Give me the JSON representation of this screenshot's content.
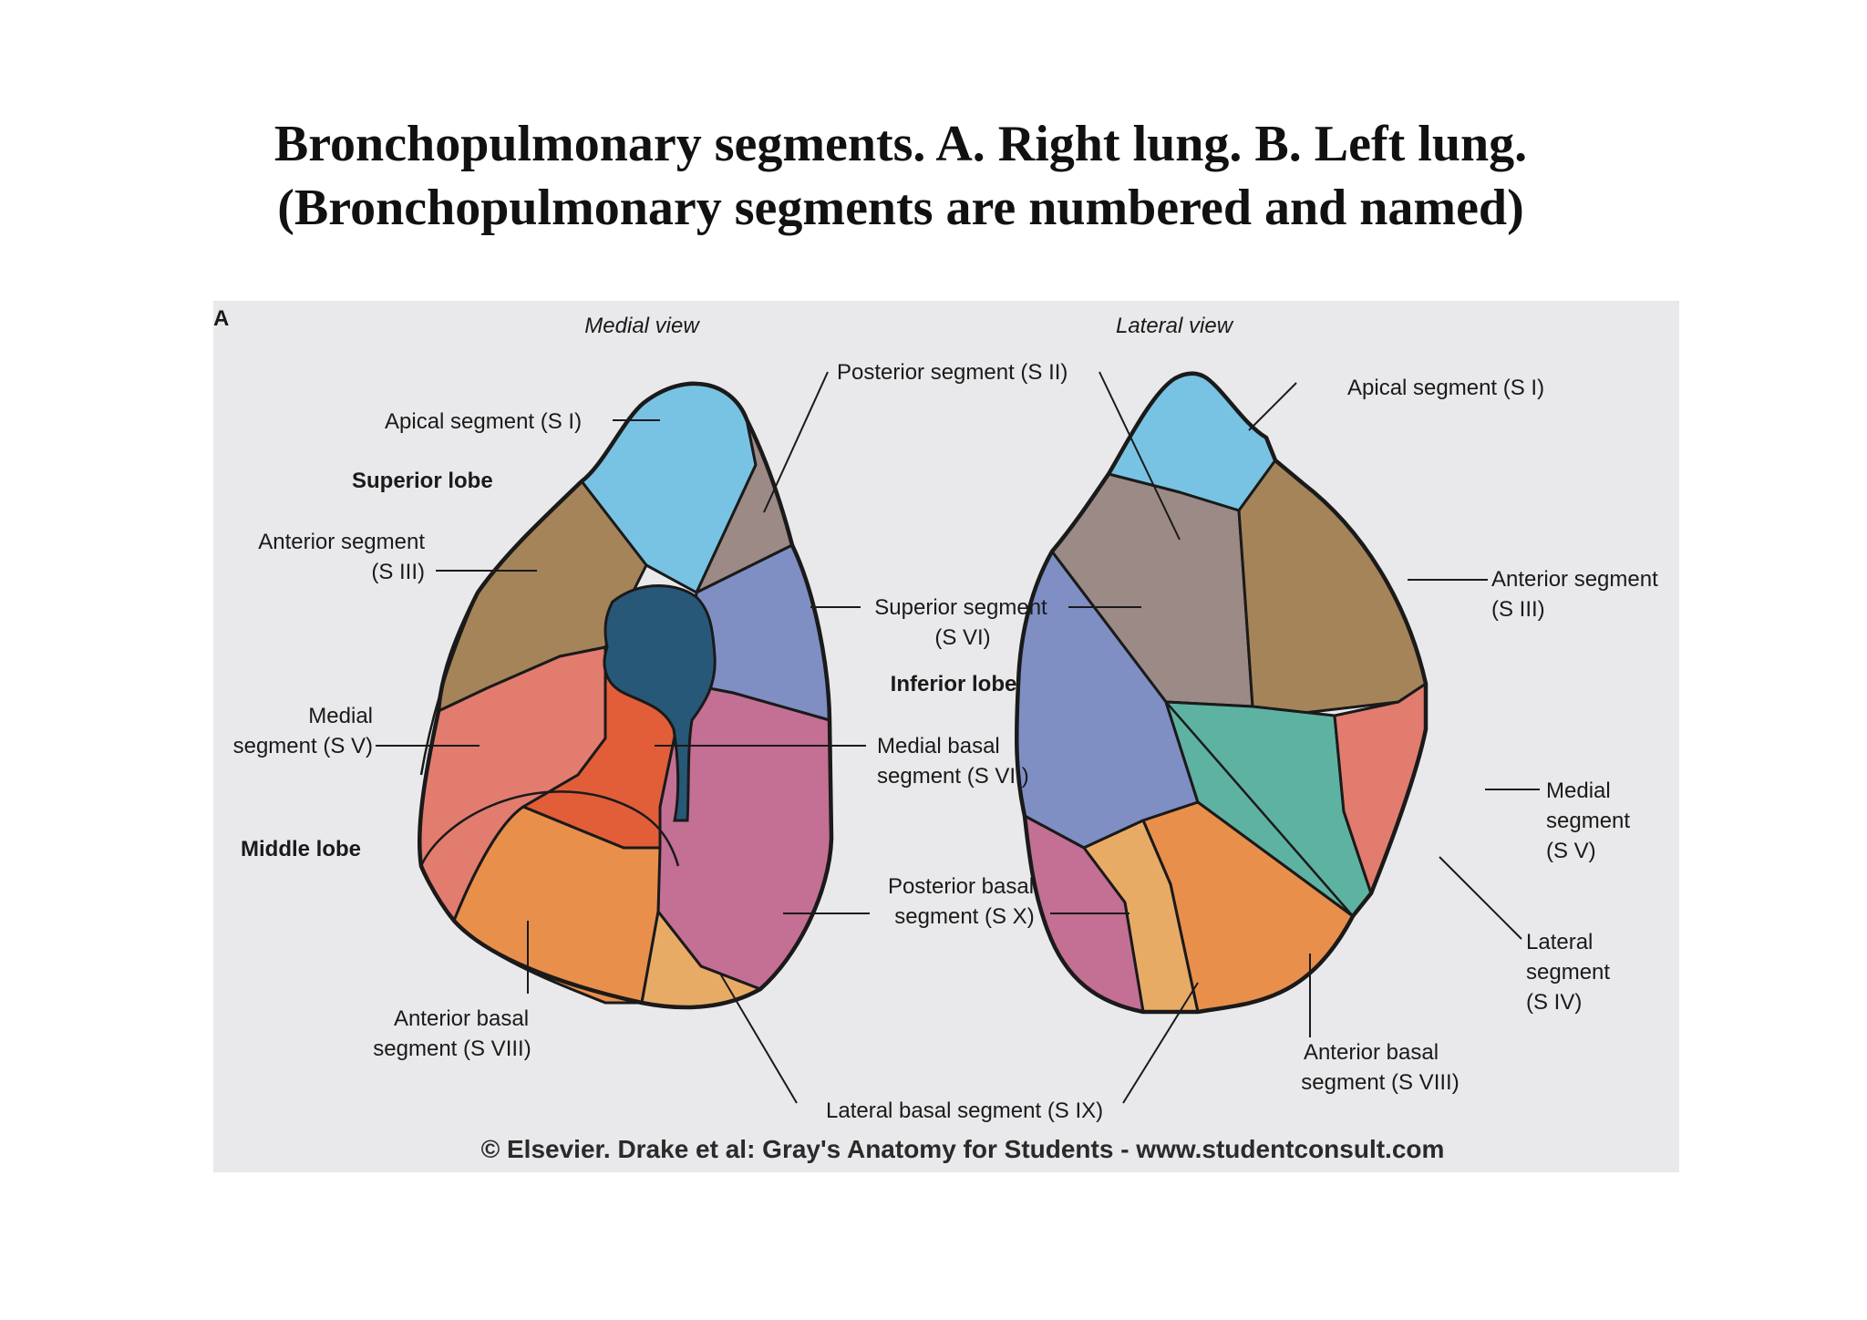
{
  "title": {
    "line1": "Bronchopulmonary segments. A. Right lung. B. Left lung.",
    "line2": "(Bronchopulmonary segments are numbered and named)"
  },
  "figure": {
    "panel_letter": "A",
    "views": {
      "medial": "Medial view",
      "lateral": "Lateral view"
    },
    "labels": {
      "apical_left": "Apical segment (S I)",
      "superior_lobe": "Superior lobe",
      "anterior_left_1": "Anterior segment",
      "anterior_left_2": "(S III)",
      "medial_left_1": "Medial",
      "medial_left_2": "segment (S V)",
      "middle_lobe": "Middle lobe",
      "anterior_basal_left_1": "Anterior basal",
      "anterior_basal_left_2": "segment (S VIII)",
      "posterior_segment": "Posterior segment (S II)",
      "superior_segment_1": "Superior segment",
      "superior_segment_2": "(S VI)",
      "inferior_lobe": "Inferior lobe",
      "medial_basal_1": "Medial basal",
      "medial_basal_2": "segment (S VII)",
      "posterior_basal_1": "Posterior basal",
      "posterior_basal_2": "segment (S X)",
      "lateral_basal": "Lateral basal segment (S IX)",
      "apical_right": "Apical segment (S I)",
      "anterior_right_1": "Anterior segment",
      "anterior_right_2": "(S III)",
      "medial_right_1": "Medial",
      "medial_right_2": "segment",
      "medial_right_3": "(S V)",
      "lateral_right_1": "Lateral",
      "lateral_right_2": "segment",
      "lateral_right_3": "(S IV)",
      "anterior_basal_right_1": "Anterior basal",
      "anterior_basal_right_2": "segment (S VIII)"
    },
    "copyright": "© Elsevier. Drake et al: Gray's Anatomy for Students - www.studentconsult.com",
    "colors": {
      "background": "#e9e8ea",
      "apical": "#78c3e4",
      "posterior": "#9b8a86",
      "anterior": "#a5845a",
      "superior": "#7f8fc4",
      "medial_basal": "#c46f94",
      "medial": "#e27c6f",
      "lateral": "#5eb2a2",
      "anterior_basal": "#e98f4c",
      "lateral_basal": "#e8ab66",
      "medial_basal_orange": "#e25e38",
      "hilum": "#285878"
    }
  }
}
